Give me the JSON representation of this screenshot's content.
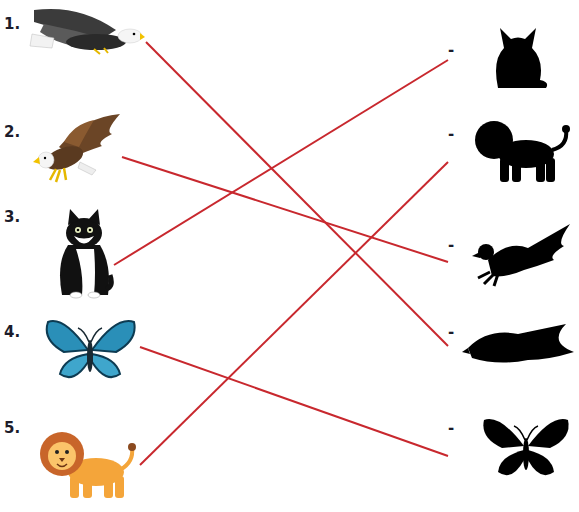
{
  "diagram": {
    "nodes": [
      {
        "text": [
          "1."
        ]
      },
      {
        "text": [
          "2."
        ]
      },
      {
        "text": [
          "3."
        ]
      },
      {
        "text": [
          "4."
        ]
      },
      {
        "text": [
          "5."
        ]
      },
      {
        "text": [
          "-"
        ]
      },
      {
        "text": [
          "-"
        ]
      },
      {
        "text": [
          "-"
        ]
      },
      {
        "text": [
          "-"
        ]
      },
      {
        "text": [
          "-"
        ]
      }
    ],
    "edges": [
      {
        "from": 0,
        "to": 8,
        "arrow": "none"
      },
      {
        "from": 1,
        "to": 7,
        "arrow": "none"
      },
      {
        "from": 2,
        "to": 5,
        "arrow": "none"
      },
      {
        "from": 3,
        "to": 9,
        "arrow": "none"
      },
      {
        "from": 4,
        "to": 6,
        "arrow": "none"
      }
    ]
  }
}
